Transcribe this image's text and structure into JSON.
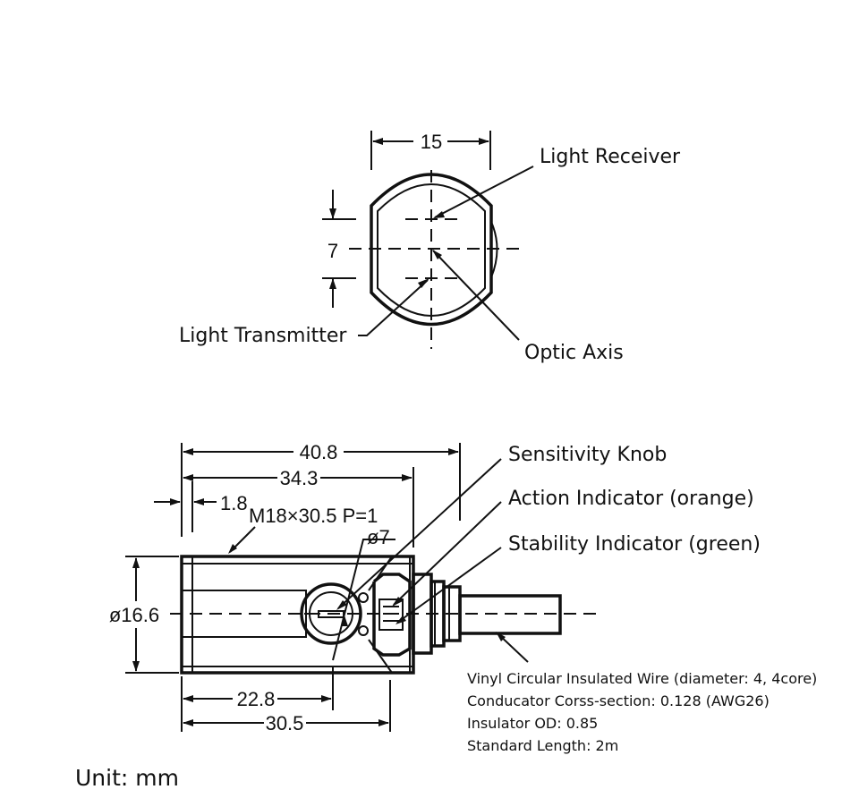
{
  "top_view": {
    "width_dim": "15",
    "height_dim": "7",
    "label_receiver": "Light Receiver",
    "label_transmitter": "Light Transmitter",
    "label_axis": "Optic Axis"
  },
  "side_view": {
    "dim_total": "40.8",
    "dim_body": "34.3",
    "dim_nut": "1.8",
    "thread": "M18×30.5  P=1",
    "knob_dia": "ø7",
    "body_dia": "ø16.6",
    "dim_front": "22.8",
    "dim_housing": "30.5",
    "label_knob": "Sensitivity Knob",
    "label_action": "Action Indicator (orange)",
    "label_stability": "Stability Indicator (green)"
  },
  "wire_notes": [
    "Vinyl Circular Insulated Wire (diameter: 4, 4core)",
    "Conducator Corss-section: 0.128 (AWG26)",
    "Insulator OD: 0.85",
    "Standard Length: 2m"
  ],
  "unit": "Unit: mm"
}
